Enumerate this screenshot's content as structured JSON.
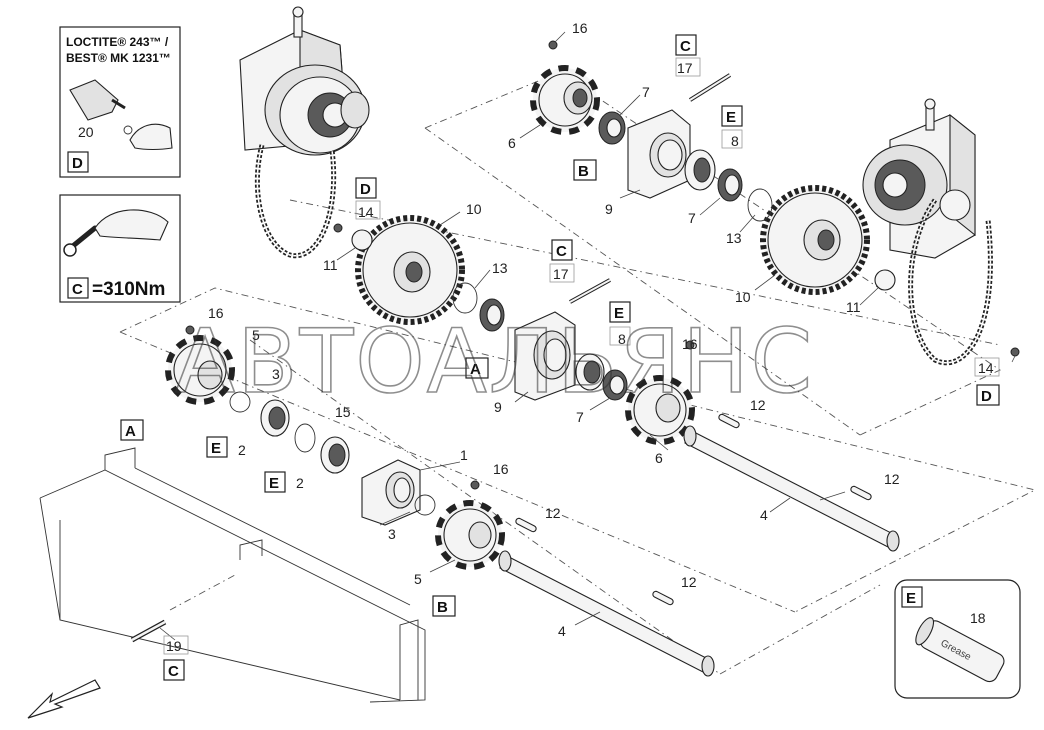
{
  "watermark": "АВТОАЛЬЯНС",
  "info_boxes": {
    "loctite": {
      "line1": "LOCTITE® 243™ /",
      "line2": "BEST® MK 1231™",
      "part_number": "20",
      "letter": "D"
    },
    "torque": {
      "letter": "C",
      "value": "=310Nm"
    },
    "grease": {
      "letter": "E",
      "part_number": "18",
      "tube_text": "Grease"
    }
  },
  "callouts": [
    {
      "id": "c16a",
      "text": "16"
    },
    {
      "id": "c6a",
      "text": "6"
    },
    {
      "id": "c7a",
      "text": "7"
    },
    {
      "id": "c17a",
      "text": "17"
    },
    {
      "id": "c8a",
      "text": "8"
    },
    {
      "id": "c9a",
      "text": "9"
    },
    {
      "id": "c7b",
      "text": "7"
    },
    {
      "id": "c13a",
      "text": "13"
    },
    {
      "id": "c10a",
      "text": "10"
    },
    {
      "id": "c11a",
      "text": "11"
    },
    {
      "id": "c14a",
      "text": "14"
    },
    {
      "id": "c10b",
      "text": "10"
    },
    {
      "id": "c14b",
      "text": "14"
    },
    {
      "id": "c11b",
      "text": "11"
    },
    {
      "id": "c13b",
      "text": "13"
    },
    {
      "id": "c17b",
      "text": "17"
    },
    {
      "id": "c8b",
      "text": "8"
    },
    {
      "id": "c16b",
      "text": "16"
    },
    {
      "id": "c7c",
      "text": "7"
    },
    {
      "id": "c9b",
      "text": "9"
    },
    {
      "id": "c16c",
      "text": "16"
    },
    {
      "id": "c5a",
      "text": "5"
    },
    {
      "id": "c3a",
      "text": "3"
    },
    {
      "id": "c15a",
      "text": "15"
    },
    {
      "id": "c2a",
      "text": "2"
    },
    {
      "id": "c2b",
      "text": "2"
    },
    {
      "id": "c1a",
      "text": "1"
    },
    {
      "id": "c16d",
      "text": "16"
    },
    {
      "id": "c3b",
      "text": "3"
    },
    {
      "id": "c5b",
      "text": "5"
    },
    {
      "id": "c12a",
      "text": "12"
    },
    {
      "id": "c12b",
      "text": "12"
    },
    {
      "id": "c12c",
      "text": "12"
    },
    {
      "id": "c12d",
      "text": "12"
    },
    {
      "id": "c6b",
      "text": "6"
    },
    {
      "id": "c4a",
      "text": "4"
    },
    {
      "id": "c4b",
      "text": "4"
    },
    {
      "id": "c19a",
      "text": "19"
    }
  ],
  "letter_tags": [
    {
      "id": "tC1",
      "text": "C"
    },
    {
      "id": "tE1",
      "text": "E"
    },
    {
      "id": "tB1",
      "text": "B"
    },
    {
      "id": "tD1",
      "text": "D"
    },
    {
      "id": "tC2",
      "text": "C"
    },
    {
      "id": "tE2",
      "text": "E"
    },
    {
      "id": "tA1",
      "text": "A"
    },
    {
      "id": "tA2",
      "text": "A"
    },
    {
      "id": "tE3",
      "text": "E"
    },
    {
      "id": "tE4",
      "text": "E"
    },
    {
      "id": "tB2",
      "text": "B"
    },
    {
      "id": "tC3",
      "text": "C"
    },
    {
      "id": "tD2",
      "text": "D"
    }
  ]
}
